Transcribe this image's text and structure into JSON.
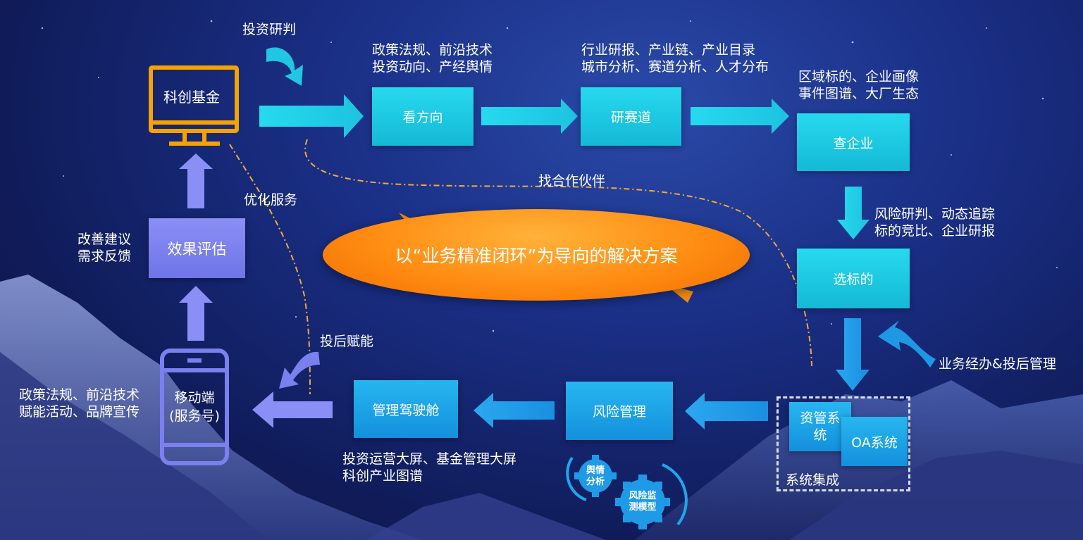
{
  "center_slogan": "以“业务精准闭环”为导向的解决方案",
  "nodes": {
    "fund": "科创基金",
    "direction": "看方向",
    "track": "研赛道",
    "enterprise": "查企业",
    "target": "选标的",
    "risk": "风险管理",
    "cockpit": "管理驾驶舱",
    "mobile_line1": "移动端",
    "mobile_line2": "(服务号)",
    "evaluation": "效果评估",
    "asset_sys_line1": "资管系",
    "asset_sys_line2": "统",
    "oa_sys": "OA系统",
    "sys_integration": "系统集成"
  },
  "labels": {
    "invest_judge": "投资研判",
    "direction_desc_1": "政策法规、前沿技术",
    "direction_desc_2": "投资动向、产经舆情",
    "track_desc_1": "行业研报、产业链、产业目录",
    "track_desc_2": "城市分析、赛道分析、人才分布",
    "enterprise_desc_1": "区域标的、企业画像",
    "enterprise_desc_2": "事件图谱、大厂生态",
    "target_desc_1": "风险研判、动态追踪",
    "target_desc_2": "标的竞比、企业研报",
    "partner": "找合作伙伴",
    "optimize": "优化服务",
    "post_invest": "投后赋能",
    "biz_manage": "业务经办&投后管理",
    "cockpit_desc_1": "投资运营大屏、基金管理大屏",
    "cockpit_desc_2": "科创产业图谱",
    "mobile_desc_1": "政策法规、前沿技术",
    "mobile_desc_2": "赋能活动、品牌宣传",
    "eval_desc_1": "改善建议",
    "eval_desc_2": "需求反馈",
    "gear1_line1": "舆情",
    "gear1_line2": "分析",
    "gear2_line1": "风险监",
    "gear2_line2": "测模型"
  },
  "colors": {
    "cyan_box": "#1ec8e2",
    "blue_box": "#1a9fe5",
    "purple_box": "#7b80ee",
    "orange_ellipse": "#ff8c12",
    "monitor_icon": "#f5a300",
    "phone_icon": "#7b80ee",
    "dashed_line": "#f2a93b"
  },
  "icons": [
    "monitor-icon",
    "phone-icon",
    "curved-arrow-icon",
    "gear-icon"
  ]
}
